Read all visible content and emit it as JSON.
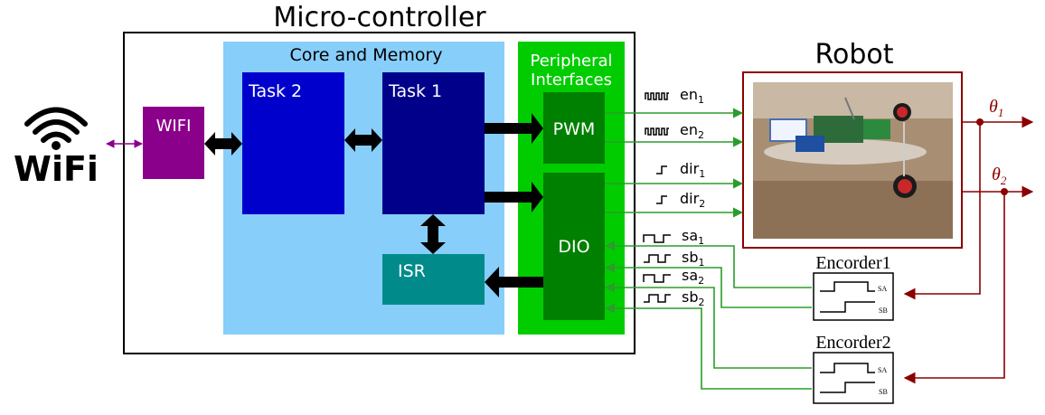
{
  "title": "Micro-controller",
  "core_label": "Core and Memory",
  "peripheral_label_1": "Peripheral",
  "peripheral_label_2": "Interfaces",
  "task2": "Task 2",
  "task1": "Task 1",
  "isr": "ISR",
  "pwm": "PWM",
  "dio": "DIO",
  "wifi_block": "WIFI",
  "wifi_logo_text": "WiFi",
  "robot_title": "Robot",
  "encoder1": "Encorder1",
  "encoder2": "Encorder2",
  "encoder_sa": "SA",
  "encoder_sb": "SB",
  "signals": {
    "en1": {
      "base": "en",
      "sub": "1"
    },
    "en2": {
      "base": "en",
      "sub": "2"
    },
    "dir1": {
      "base": "dir",
      "sub": "1"
    },
    "dir2": {
      "base": "dir",
      "sub": "2"
    },
    "sa1": {
      "base": "sa",
      "sub": "1"
    },
    "sb1": {
      "base": "sb",
      "sub": "1"
    },
    "sa2": {
      "base": "sa",
      "sub": "2"
    },
    "sb2": {
      "base": "sb",
      "sub": "2"
    }
  },
  "theta1": {
    "base": "θ",
    "sub": "1"
  },
  "theta2": {
    "base": "θ",
    "sub": "2"
  },
  "colors": {
    "core_bg": "#87cefa",
    "peripheral_bg": "#00cc00",
    "pwm_dio_bg": "#008000",
    "task_dark": "#00008b",
    "task_mid": "#0000cd",
    "isr_bg": "#008b8b",
    "wifi_bg": "#8b008b",
    "signal_green": "#2a9d2a",
    "theta_red": "#8b0000"
  }
}
